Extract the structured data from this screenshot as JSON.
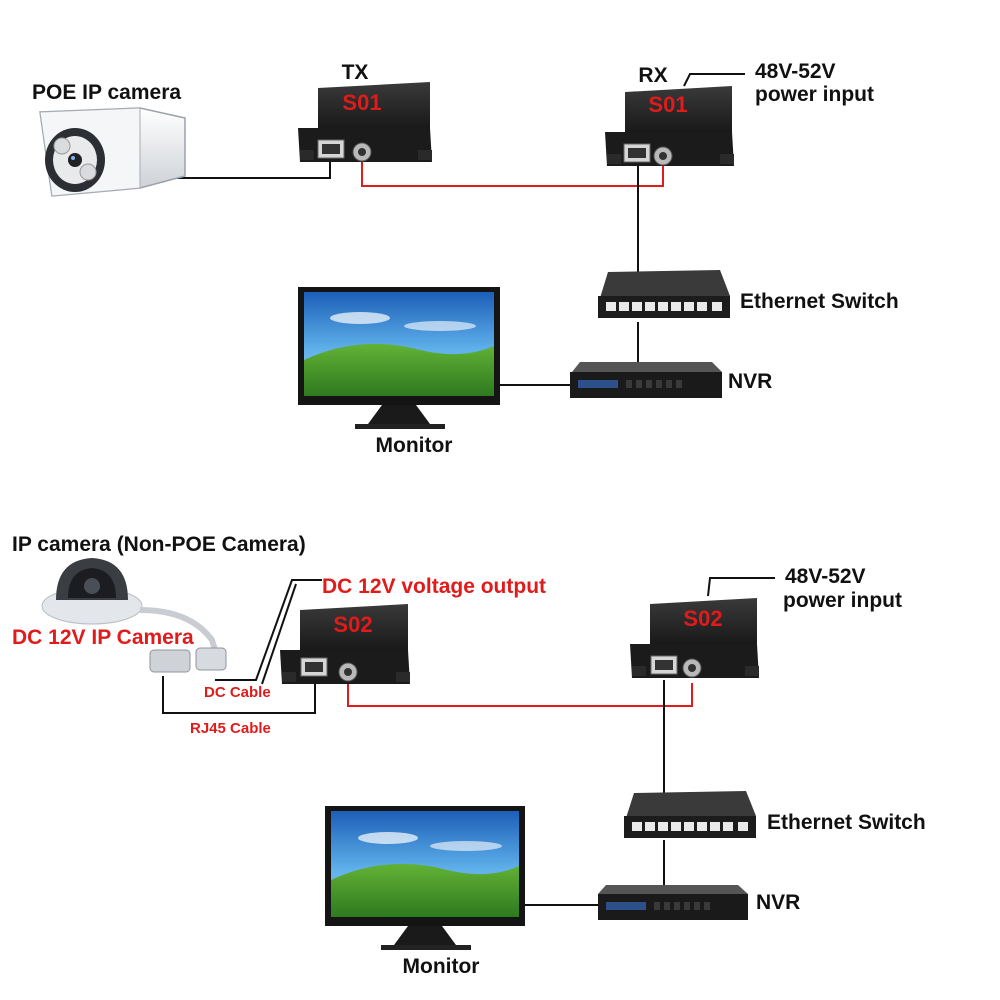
{
  "colors": {
    "wire": "#111111",
    "coax": "#e01b1b",
    "red_text": "#e11b1b",
    "device_body": "#1b1b1b",
    "monitor_sky": "#2e7fd6",
    "monitor_grass": "#3f9a2c"
  },
  "top": {
    "camera_label": "POE IP camera",
    "tx_label": "TX",
    "rx_label": "RX",
    "tx_model": "S01",
    "rx_model": "S01",
    "power_label_1": "48V-52V",
    "power_label_2": "power input",
    "switch_label": "Ethernet Switch",
    "nvr_label": "NVR",
    "monitor_label": "Monitor"
  },
  "bottom": {
    "camera_label": "IP camera (Non-POE Camera)",
    "camera_type": "DC 12V IP Camera",
    "dc_output_label": "DC 12V voltage output",
    "tx_model": "S02",
    "rx_model": "S02",
    "dc_cable_label": "DC Cable",
    "rj45_cable_label": "RJ45 Cable",
    "power_label_1": "48V-52V",
    "power_label_2": "power input",
    "switch_label": "Ethernet Switch",
    "nvr_label": "NVR",
    "monitor_label": "Monitor"
  }
}
